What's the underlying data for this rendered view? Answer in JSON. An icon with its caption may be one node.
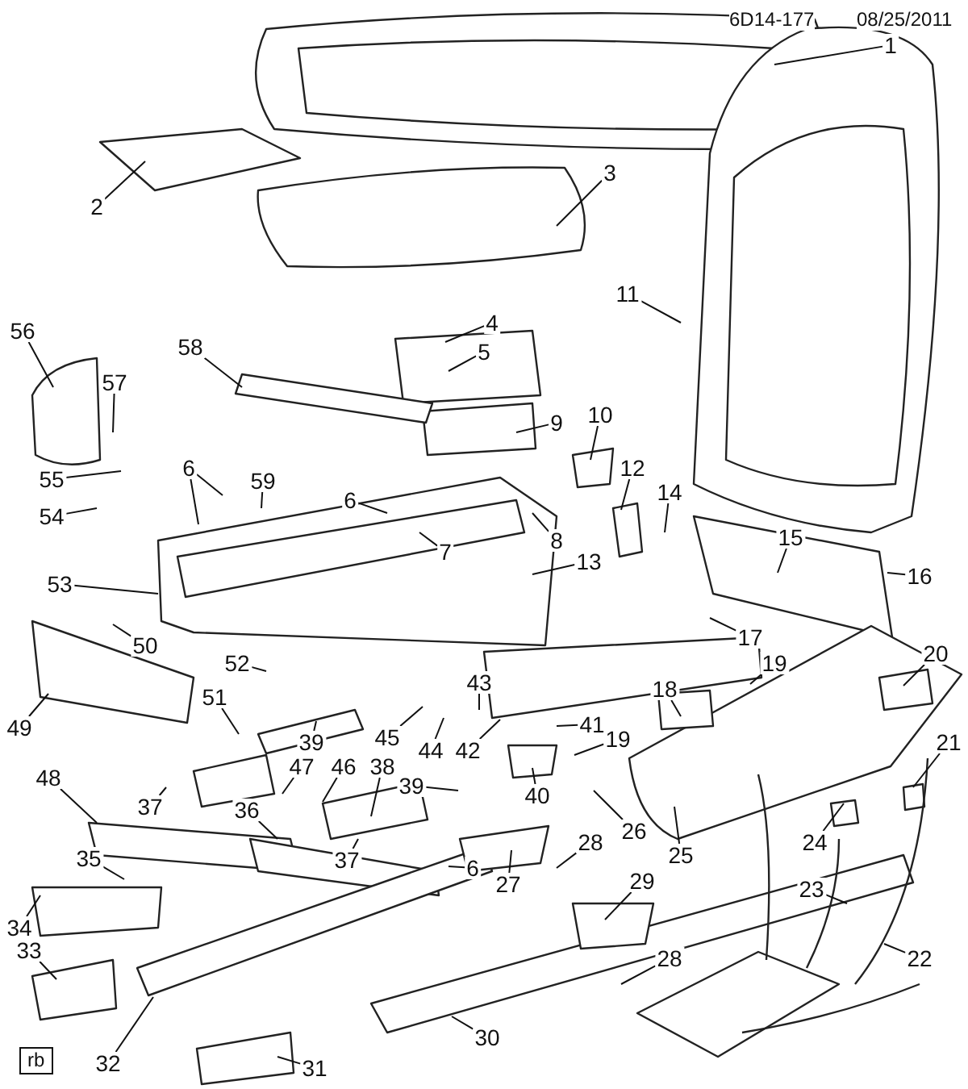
{
  "diagram": {
    "nodes": [
      {
        "text": [
          "1"
        ]
      },
      {
        "text": [
          "3"
        ]
      },
      {
        "text": [
          "2"
        ]
      },
      {
        "text": [
          "11"
        ]
      },
      {
        "text": [
          "4"
        ]
      },
      {
        "text": [
          "56"
        ]
      },
      {
        "text": [
          "58"
        ]
      },
      {
        "text": [
          "5"
        ]
      },
      {
        "text": [
          "57"
        ]
      },
      {
        "text": [
          "10"
        ]
      },
      {
        "text": [
          "9"
        ]
      },
      {
        "text": [
          "6"
        ]
      },
      {
        "text": [
          "12"
        ]
      },
      {
        "text": [
          "55"
        ]
      },
      {
        "text": [
          "59"
        ]
      },
      {
        "text": [
          "14"
        ]
      },
      {
        "text": [
          "6"
        ]
      },
      {
        "text": [
          "54"
        ]
      },
      {
        "text": [
          "15"
        ]
      },
      {
        "text": [
          "8"
        ]
      },
      {
        "text": [
          "7"
        ]
      },
      {
        "text": [
          "13"
        ]
      },
      {
        "text": [
          "16"
        ]
      },
      {
        "text": [
          "53"
        ]
      },
      {
        "text": [
          "17"
        ]
      },
      {
        "text": [
          "50"
        ]
      },
      {
        "text": [
          "20"
        ]
      },
      {
        "text": [
          "52"
        ]
      },
      {
        "text": [
          "19"
        ]
      },
      {
        "text": [
          "43"
        ]
      },
      {
        "text": [
          "18"
        ]
      },
      {
        "text": [
          "51"
        ]
      },
      {
        "text": [
          "41"
        ]
      },
      {
        "text": [
          "49"
        ]
      },
      {
        "text": [
          "45"
        ]
      },
      {
        "text": [
          "19"
        ]
      },
      {
        "text": [
          "39"
        ]
      },
      {
        "text": [
          "21"
        ]
      },
      {
        "text": [
          "44"
        ]
      },
      {
        "text": [
          "42"
        ]
      },
      {
        "text": [
          "47"
        ]
      },
      {
        "text": [
          "46"
        ]
      },
      {
        "text": [
          "38"
        ]
      },
      {
        "text": [
          "48"
        ]
      },
      {
        "text": [
          "39"
        ]
      },
      {
        "text": [
          "40"
        ]
      },
      {
        "text": [
          "37"
        ]
      },
      {
        "text": [
          "36"
        ]
      },
      {
        "text": [
          "26"
        ]
      },
      {
        "text": [
          "24"
        ]
      },
      {
        "text": [
          "28"
        ]
      },
      {
        "text": [
          "25"
        ]
      },
      {
        "text": [
          "35"
        ]
      },
      {
        "text": [
          "37"
        ]
      },
      {
        "text": [
          "6"
        ]
      },
      {
        "text": [
          "29"
        ]
      },
      {
        "text": [
          "27"
        ]
      },
      {
        "text": [
          "23"
        ]
      },
      {
        "text": [
          "34"
        ]
      },
      {
        "text": [
          "33"
        ]
      },
      {
        "text": [
          "22"
        ]
      },
      {
        "text": [
          "28"
        ]
      },
      {
        "text": [
          "30"
        ]
      },
      {
        "text": [
          "32"
        ]
      },
      {
        "text": [
          "31"
        ]
      }
    ],
    "edges": [
      {
        "from": 0,
        "to": null,
        "arrow": "none"
      },
      {
        "from": 1,
        "to": null,
        "arrow": "none"
      },
      {
        "from": 2,
        "to": null,
        "arrow": "none"
      },
      {
        "from": 3,
        "to": null,
        "arrow": "none"
      },
      {
        "from": 4,
        "to": null,
        "arrow": "none"
      },
      {
        "from": 5,
        "to": null,
        "arrow": "none"
      },
      {
        "from": 6,
        "to": null,
        "arrow": "none"
      },
      {
        "from": 7,
        "to": null,
        "arrow": "none"
      },
      {
        "from": 8,
        "to": null,
        "arrow": "none"
      },
      {
        "from": 9,
        "to": null,
        "arrow": "none"
      },
      {
        "from": 10,
        "to": null,
        "arrow": "none"
      },
      {
        "from": 11,
        "to": null,
        "arrow": "none"
      },
      {
        "from": 11,
        "to": null,
        "arrow": "none"
      },
      {
        "from": 12,
        "to": null,
        "arrow": "none"
      },
      {
        "from": 13,
        "to": null,
        "arrow": "none"
      },
      {
        "from": 14,
        "to": null,
        "arrow": "none"
      },
      {
        "from": 15,
        "to": null,
        "arrow": "none"
      },
      {
        "from": 16,
        "to": null,
        "arrow": "none"
      },
      {
        "from": 17,
        "to": null,
        "arrow": "none"
      },
      {
        "from": 18,
        "to": null,
        "arrow": "none"
      },
      {
        "from": 19,
        "to": null,
        "arrow": "none"
      },
      {
        "from": 20,
        "to": null,
        "arrow": "none"
      },
      {
        "from": 21,
        "to": null,
        "arrow": "none"
      },
      {
        "from": 22,
        "to": null,
        "arrow": "none"
      },
      {
        "from": 23,
        "to": null,
        "arrow": "none"
      },
      {
        "from": 24,
        "to": null,
        "arrow": "none"
      },
      {
        "from": 25,
        "to": null,
        "arrow": "none"
      },
      {
        "from": 26,
        "to": null,
        "arrow": "none"
      },
      {
        "from": 27,
        "to": null,
        "arrow": "none"
      },
      {
        "from": 28,
        "to": null,
        "arrow": "none"
      },
      {
        "from": 29,
        "to": null,
        "arrow": "none"
      },
      {
        "from": 30,
        "to": null,
        "arrow": "none"
      },
      {
        "from": 31,
        "to": null,
        "arrow": "none"
      },
      {
        "from": 32,
        "to": null,
        "arrow": "none"
      },
      {
        "from": 33,
        "to": null,
        "arrow": "none"
      },
      {
        "from": 34,
        "to": null,
        "arrow": "none"
      },
      {
        "from": 35,
        "to": null,
        "arrow": "none"
      },
      {
        "from": 36,
        "to": null,
        "arrow": "none"
      },
      {
        "from": 37,
        "to": null,
        "arrow": "none"
      },
      {
        "from": 38,
        "to": null,
        "arrow": "none"
      },
      {
        "from": 39,
        "to": null,
        "arrow": "none"
      },
      {
        "from": 40,
        "to": null,
        "arrow": "none"
      },
      {
        "from": 41,
        "to": null,
        "arrow": "none"
      },
      {
        "from": 42,
        "to": null,
        "arrow": "none"
      },
      {
        "from": 43,
        "to": null,
        "arrow": "none"
      },
      {
        "from": 44,
        "to": null,
        "arrow": "none"
      },
      {
        "from": 45,
        "to": null,
        "arrow": "none"
      },
      {
        "from": 46,
        "to": null,
        "arrow": "none"
      },
      {
        "from": 47,
        "to": null,
        "arrow": "none"
      },
      {
        "from": 48,
        "to": null,
        "arrow": "none"
      },
      {
        "from": 49,
        "to": null,
        "arrow": "none"
      },
      {
        "from": 50,
        "to": null,
        "arrow": "none"
      },
      {
        "from": 51,
        "to": null,
        "arrow": "none"
      },
      {
        "from": 52,
        "to": null,
        "arrow": "none"
      },
      {
        "from": 53,
        "to": null,
        "arrow": "none"
      },
      {
        "from": 54,
        "to": null,
        "arrow": "none"
      },
      {
        "from": 55,
        "to": null,
        "arrow": "none"
      },
      {
        "from": 56,
        "to": null,
        "arrow": "none"
      },
      {
        "from": 57,
        "to": null,
        "arrow": "none"
      },
      {
        "from": 58,
        "to": null,
        "arrow": "none"
      },
      {
        "from": 59,
        "to": null,
        "arrow": "none"
      },
      {
        "from": 60,
        "to": null,
        "arrow": "none"
      },
      {
        "from": 61,
        "to": null,
        "arrow": "none"
      },
      {
        "from": 62,
        "to": null,
        "arrow": "none"
      },
      {
        "from": 63,
        "to": null,
        "arrow": "none"
      },
      {
        "from": 64,
        "to": null,
        "arrow": "none"
      }
    ],
    "labels": [
      "6D14-177",
      "08/25/2011",
      "rb"
    ]
  }
}
